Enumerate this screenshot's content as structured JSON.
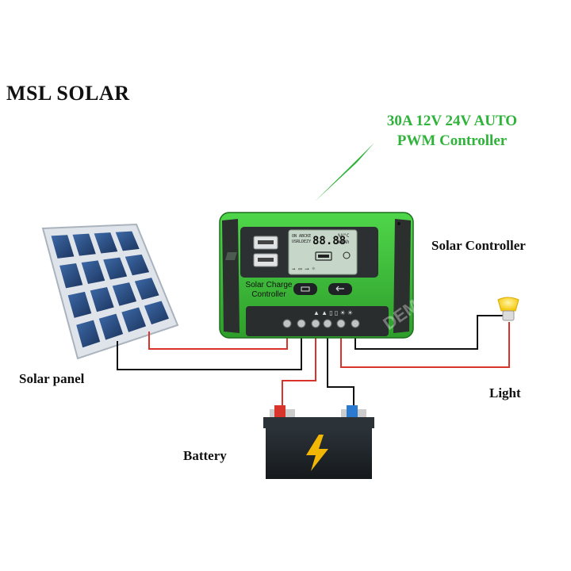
{
  "brand": "MSL SOLAR",
  "headline": {
    "line1": "30A 12V 24V AUTO",
    "line2": "PWM Controller"
  },
  "labels": {
    "solar_controller": "Solar Controller",
    "solar_panel": "Solar panel",
    "battery": "Battery",
    "light": "Light"
  },
  "controller": {
    "face_text_1": "Solar Charge",
    "face_text_2": "Controller",
    "lcd_digits": "88.88",
    "lcd_small_1": "ON ABCKE",
    "lcd_small_2": "USRLDEZY",
    "lcd_unit_1": "%V°C",
    "lcd_unit_2": "kWAh"
  },
  "watermark": "DEMO",
  "colors": {
    "controller_green": "#3fc43a",
    "headline_green": "#2fb33a",
    "wire_red": "#d9342b",
    "wire_black": "#111111",
    "panel_cell": "#2b4f86",
    "battery_body": "#1c2227",
    "bolt_yellow": "#f2b705",
    "bulb_yellow": "#ffd21a"
  }
}
